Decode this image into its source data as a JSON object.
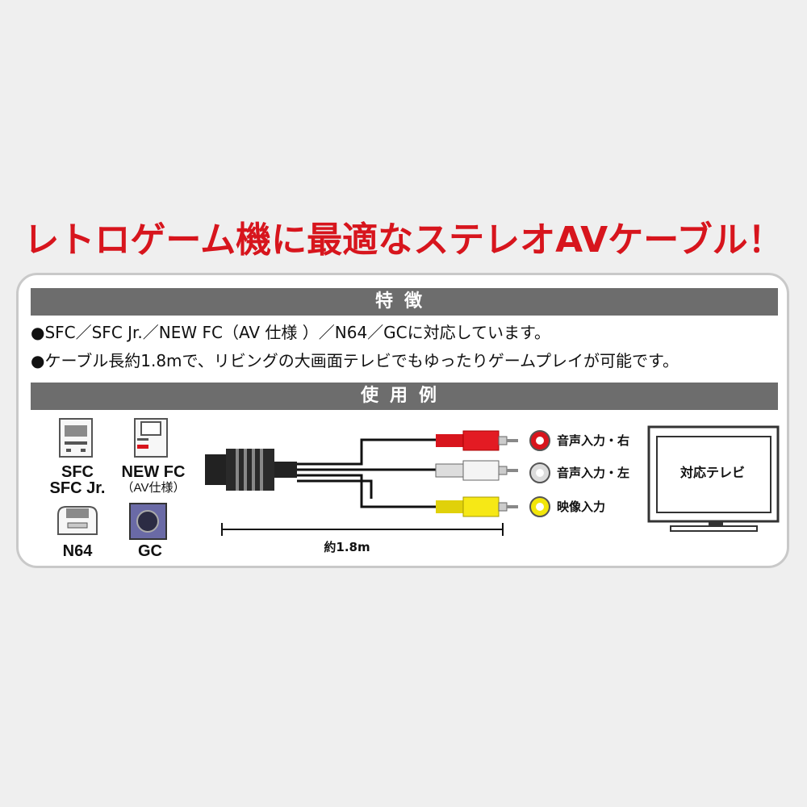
{
  "headline": "レトロゲーム機に最適なステレオAVケーブル！",
  "features": {
    "heading": "特徴",
    "items": [
      "●SFC／SFC Jr.／NEW FC（AV 仕様 ）／N64／GCに対応しています。",
      "●ケーブル長約1.8mで、リビングの大画面テレビでもゆったりゲームプレイが可能です。"
    ]
  },
  "usage": {
    "heading": "使用例",
    "consoles": [
      {
        "name": "SFC",
        "sub": "SFC Jr."
      },
      {
        "name": "NEW FC",
        "sub": "（AV仕様）"
      },
      {
        "name": "N64",
        "sub": ""
      },
      {
        "name": "GC",
        "sub": ""
      }
    ],
    "cable_length": "約1.8m",
    "jacks": [
      {
        "label": "音声入力・右",
        "color": "#d8151d"
      },
      {
        "label": "音声入力・左",
        "color": "#dcdcdc"
      },
      {
        "label": "映像入力",
        "color": "#f2e60a"
      }
    ],
    "tv_label": "対応テレビ"
  }
}
